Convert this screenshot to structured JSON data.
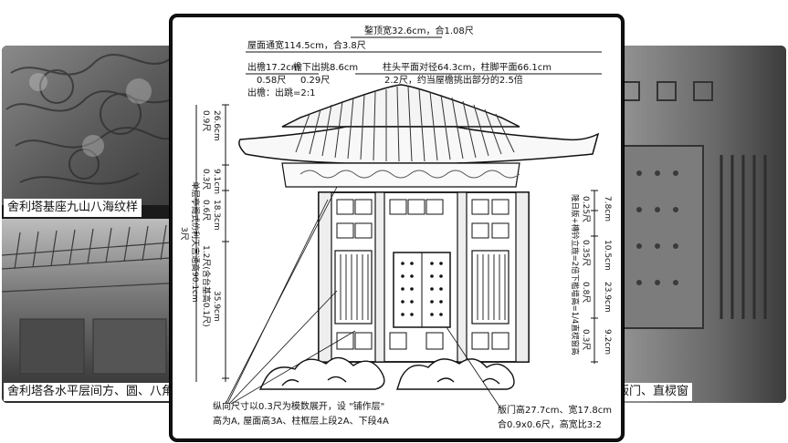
{
  "left_panel": {
    "caption_top": "舍利塔基座九山八海纹样",
    "caption_bottom": "舍利塔各水平层间方、圆、八角"
  },
  "right_panel": {
    "caption_bottom": "版门、直棂窗"
  },
  "diagram": {
    "top_dims": {
      "ridge": "鏊顶宽32.6cm，合1.08尺",
      "roof_width": "屋面通宽114.5cm，合3.8尺",
      "eave": "出檐17.2cm",
      "eave_sub": "0.58尺",
      "under_eave": "檐下出挑8.6cm",
      "under_eave_sub": "0.29尺",
      "column_head": "柱头平面对径64.3cm，柱脚平面66.1cm",
      "column_note": "2.2尺，约当屋檐挑出部分的2.5倍",
      "eave_ratio": "出檐：出跳=2:1"
    },
    "left_dims": {
      "v1": "26.6cm",
      "v1_ft": "0.9尺",
      "v2": "9.1cm",
      "v2_ft": "0.3尺",
      "v3": "18.3cm",
      "v3_ft": "0.6尺",
      "v4": "35.9cm",
      "v4_ft": "1.2尺(含台基高0.1尺)",
      "total_note": "单层亭阁式仿利天宫通高90.1cm",
      "total_ft": "3尺"
    },
    "right_dims": {
      "door_note": "隆日版+槫钤立旌=2倍下槛墙高=1/4直棂窗高",
      "r1": "7.8cm",
      "r1_ft": "0.25尺",
      "r2": "10.5cm",
      "r2_ft": "0.35尺",
      "r3": "23.9cm",
      "r3_ft": "0.8尺",
      "r4": "9.2cm",
      "r4_ft": "0.3尺"
    },
    "bottom_notes": {
      "left_line1": "纵向尺寸以0.3尺为模数展开，设 \"铺作层\"",
      "left_line2": "高为A, 屋面高3A、柱框层上段2A、下段4A",
      "right_line1": "版门高27.7cm、宽17.8cm",
      "right_line2": "合0.9x0.6尺，高宽比3:2"
    }
  }
}
